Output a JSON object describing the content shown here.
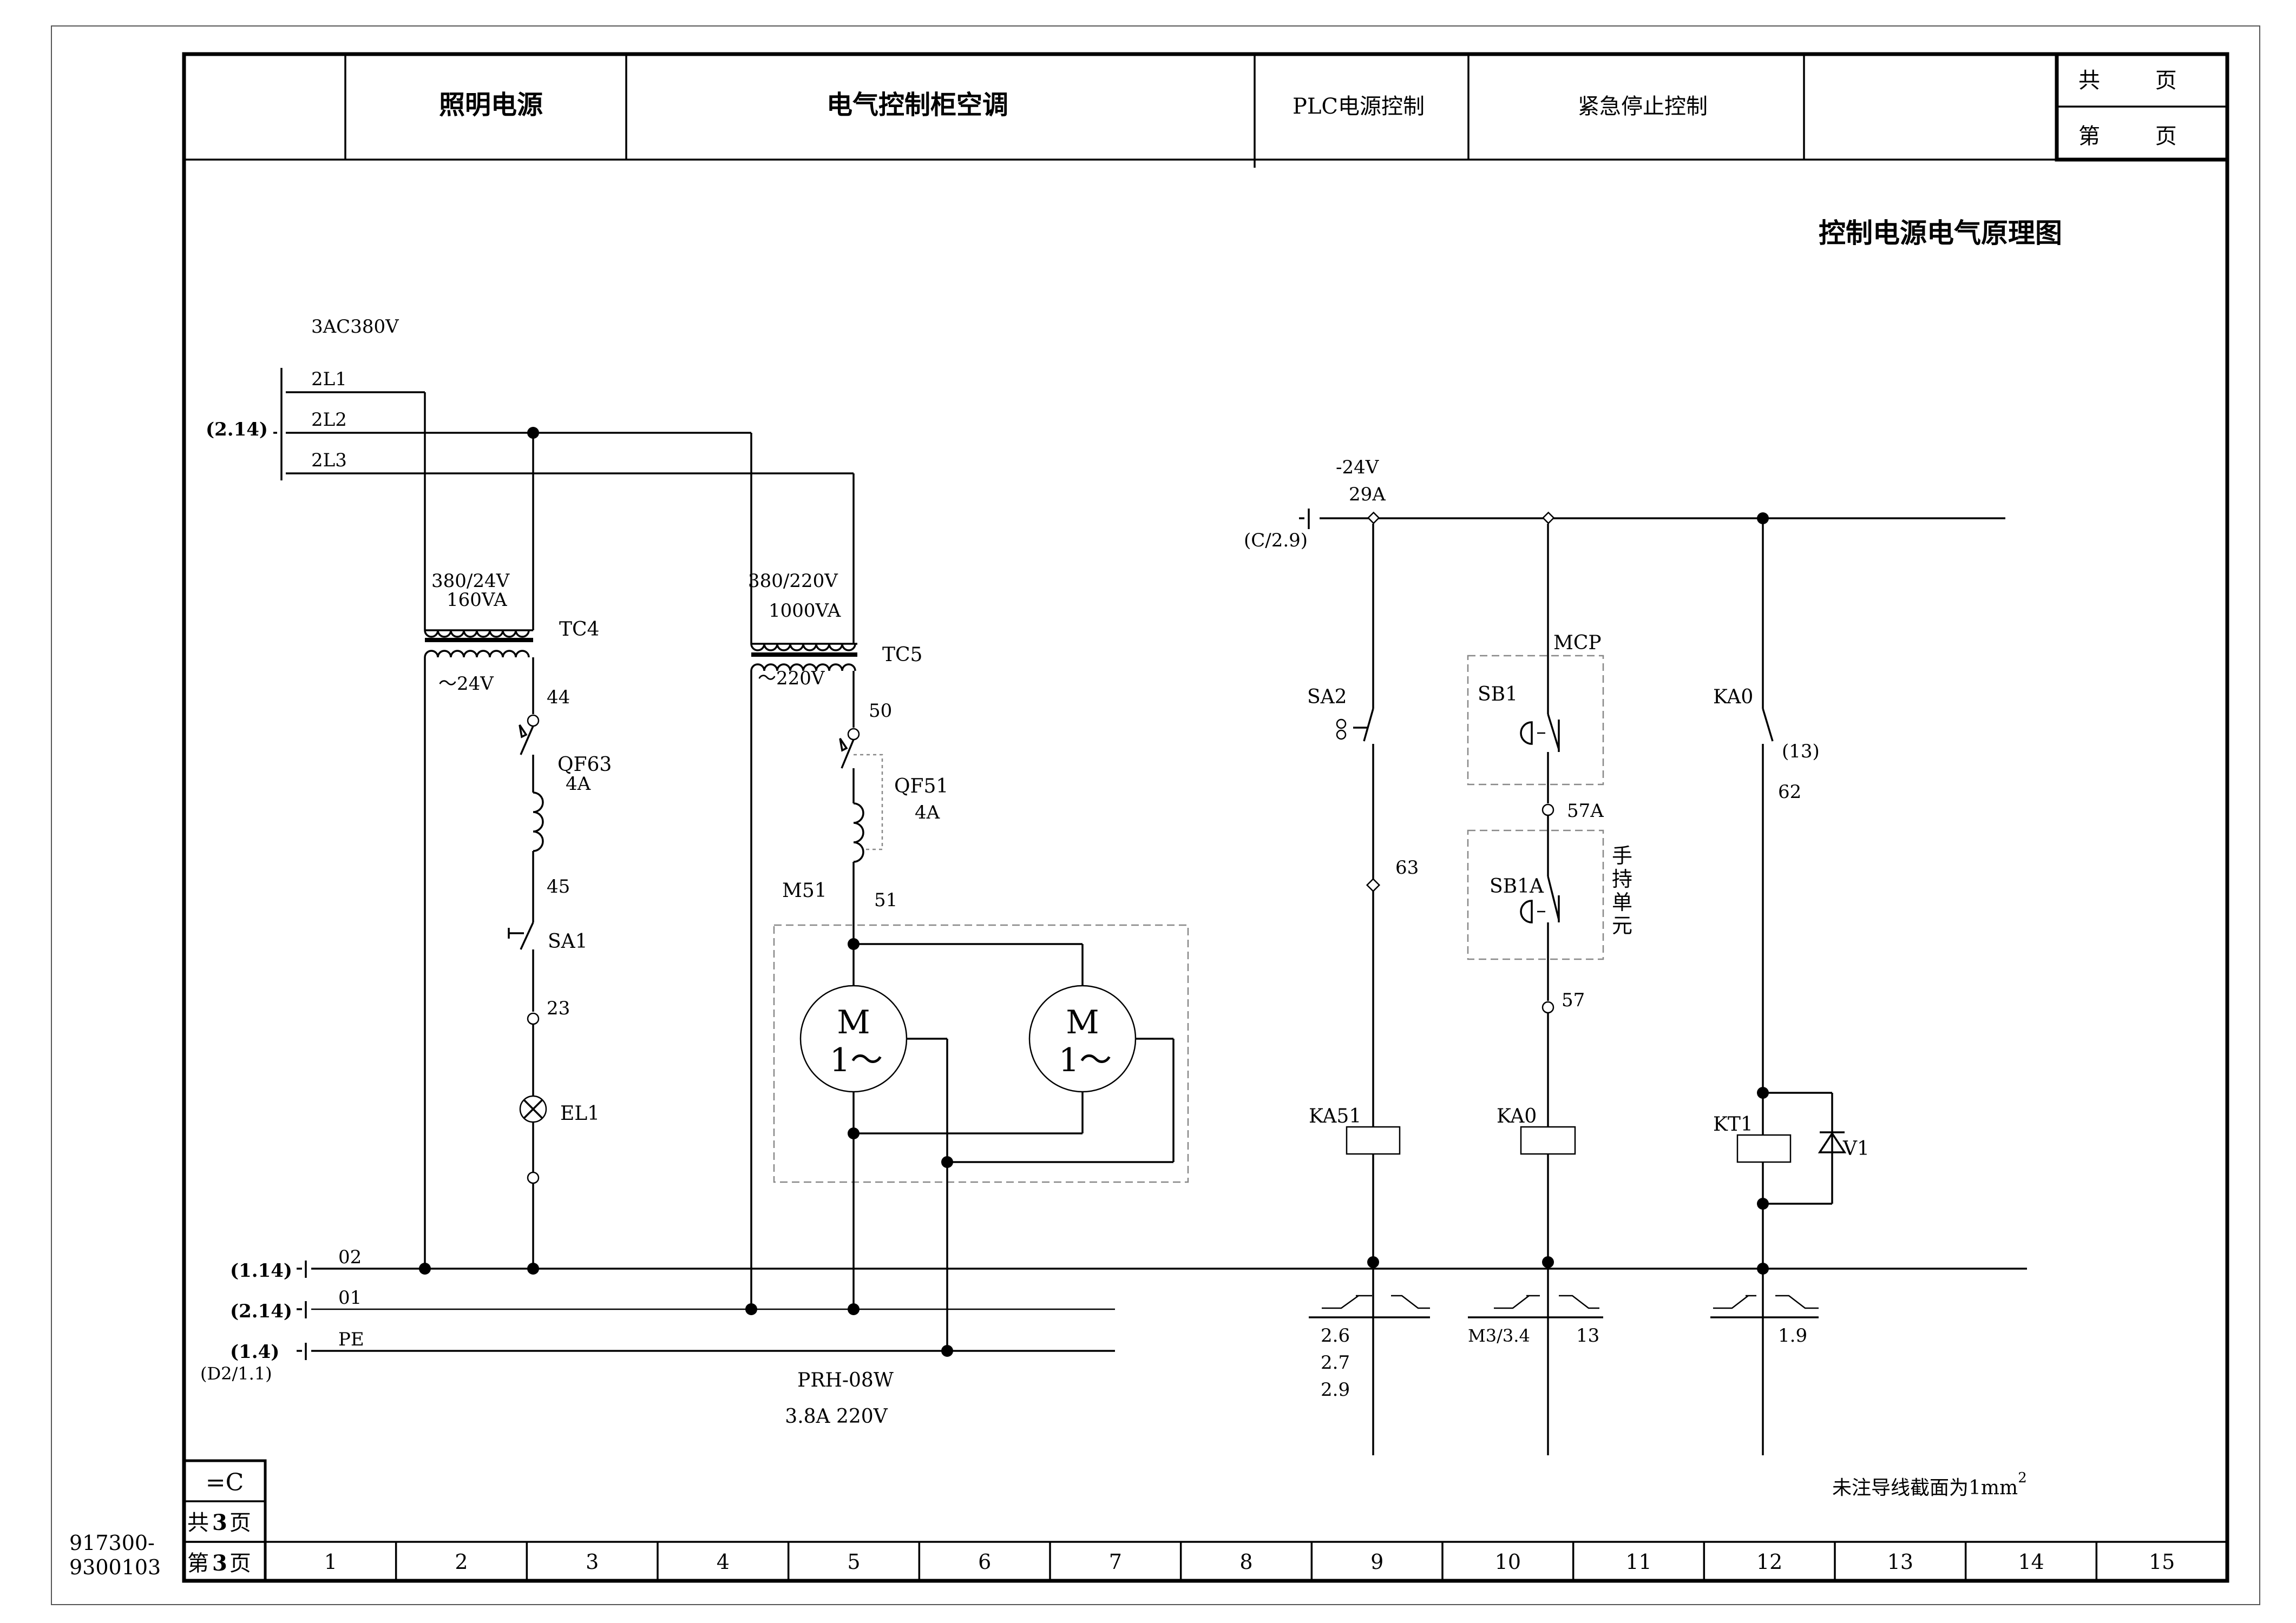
{
  "header": {
    "cells": [
      "照明电源",
      "电气控制柜空调",
      "PLC电源控制",
      "紧急停止控制"
    ],
    "page_total": "共        页",
    "page_current": "第        页"
  },
  "drawing_title": "控制电源电气原理图",
  "supply": {
    "voltage": "3AC380V",
    "phases": [
      "2L1",
      "2L2",
      "2L3"
    ],
    "ref": "(2.14)",
    "dc_voltage": "-24V",
    "dc_wire": "29A",
    "dc_ref": "(C/2.9)"
  },
  "transformers": [
    {
      "id": "TC4",
      "ratio": "380/24V",
      "power": "160VA",
      "secondary": "～24V"
    },
    {
      "id": "TC5",
      "ratio": "380/220V",
      "power": "1000VA",
      "secondary": "～220V"
    }
  ],
  "components": {
    "qf63": {
      "id": "QF63",
      "rating": "4A"
    },
    "qf51": {
      "id": "QF51",
      "rating": "4A"
    },
    "sa1": "SA1",
    "el1": "EL1",
    "m51": "M51",
    "motor_symbol": "M",
    "motor_phase": "1～",
    "sa2": "SA2",
    "sb1": "SB1",
    "mcp": "MCP",
    "sb1a": "SB1A",
    "handheld": [
      "手",
      "持",
      "单",
      "元"
    ],
    "ka0_contact": "KA0",
    "ka0_ref": "(13)",
    "ka51": "KA51",
    "ka0_coil": "KA0",
    "kt1": "KT1",
    "v1": "V1",
    "fan_model": "PRH-08W",
    "fan_rating": "3.8A 220V"
  },
  "wires": [
    "44",
    "45",
    "23",
    "50",
    "51",
    "63",
    "57A",
    "57",
    "62"
  ],
  "bus": {
    "lines": [
      "02",
      "01",
      "PE"
    ],
    "refs": [
      "(1.14)",
      "(2.14)",
      "(1.4)"
    ],
    "pe_sub": "(D2/1.1)"
  },
  "cross_refs": {
    "ka51": [
      "2.6",
      "2.7",
      "2.9"
    ],
    "ka0_nc": "M3/3.4",
    "ka0_no": "13",
    "kt1": "1.9"
  },
  "note": "未注导线截面为1mm",
  "note_sup": "2",
  "titleblock": {
    "code": "=C",
    "total_label": "共",
    "total_num": "3",
    "page_label": "第",
    "page_num": "3",
    "unit": "页",
    "drawing_no": [
      "917300-",
      "9300103"
    ]
  },
  "columns": [
    "1",
    "2",
    "3",
    "4",
    "5",
    "6",
    "7",
    "8",
    "9",
    "10",
    "11",
    "12",
    "13",
    "14",
    "15"
  ]
}
